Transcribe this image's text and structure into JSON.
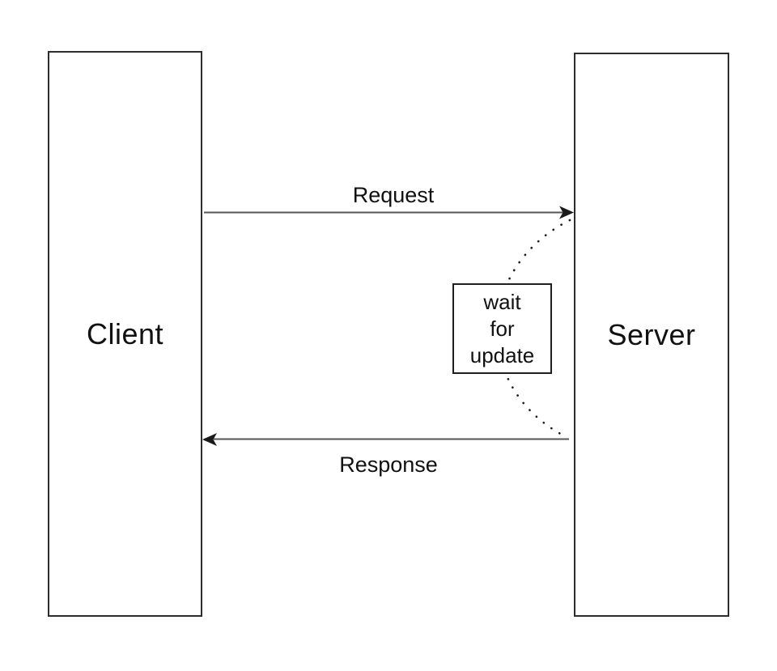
{
  "diagram": {
    "type": "sequence-diagram",
    "nodes": [
      {
        "id": "client",
        "label": "Client"
      },
      {
        "id": "server",
        "label": "Server"
      }
    ],
    "edges": [
      {
        "id": "request",
        "label": "Request",
        "from": "client",
        "to": "server",
        "style": "solid-arrow"
      },
      {
        "id": "response",
        "label": "Response",
        "from": "server",
        "to": "client",
        "style": "solid-arrow"
      },
      {
        "id": "wait-loop",
        "label": "wait for update",
        "label_lines": [
          "wait",
          "for",
          "update"
        ],
        "from": "server",
        "to": "server",
        "style": "dotted-arc"
      }
    ],
    "colors": {
      "background": "#ffffff",
      "node_border": "#2d2d2d",
      "edge_line": "#565656",
      "arrowhead": "#1a1a1a",
      "text": "#111111"
    }
  }
}
